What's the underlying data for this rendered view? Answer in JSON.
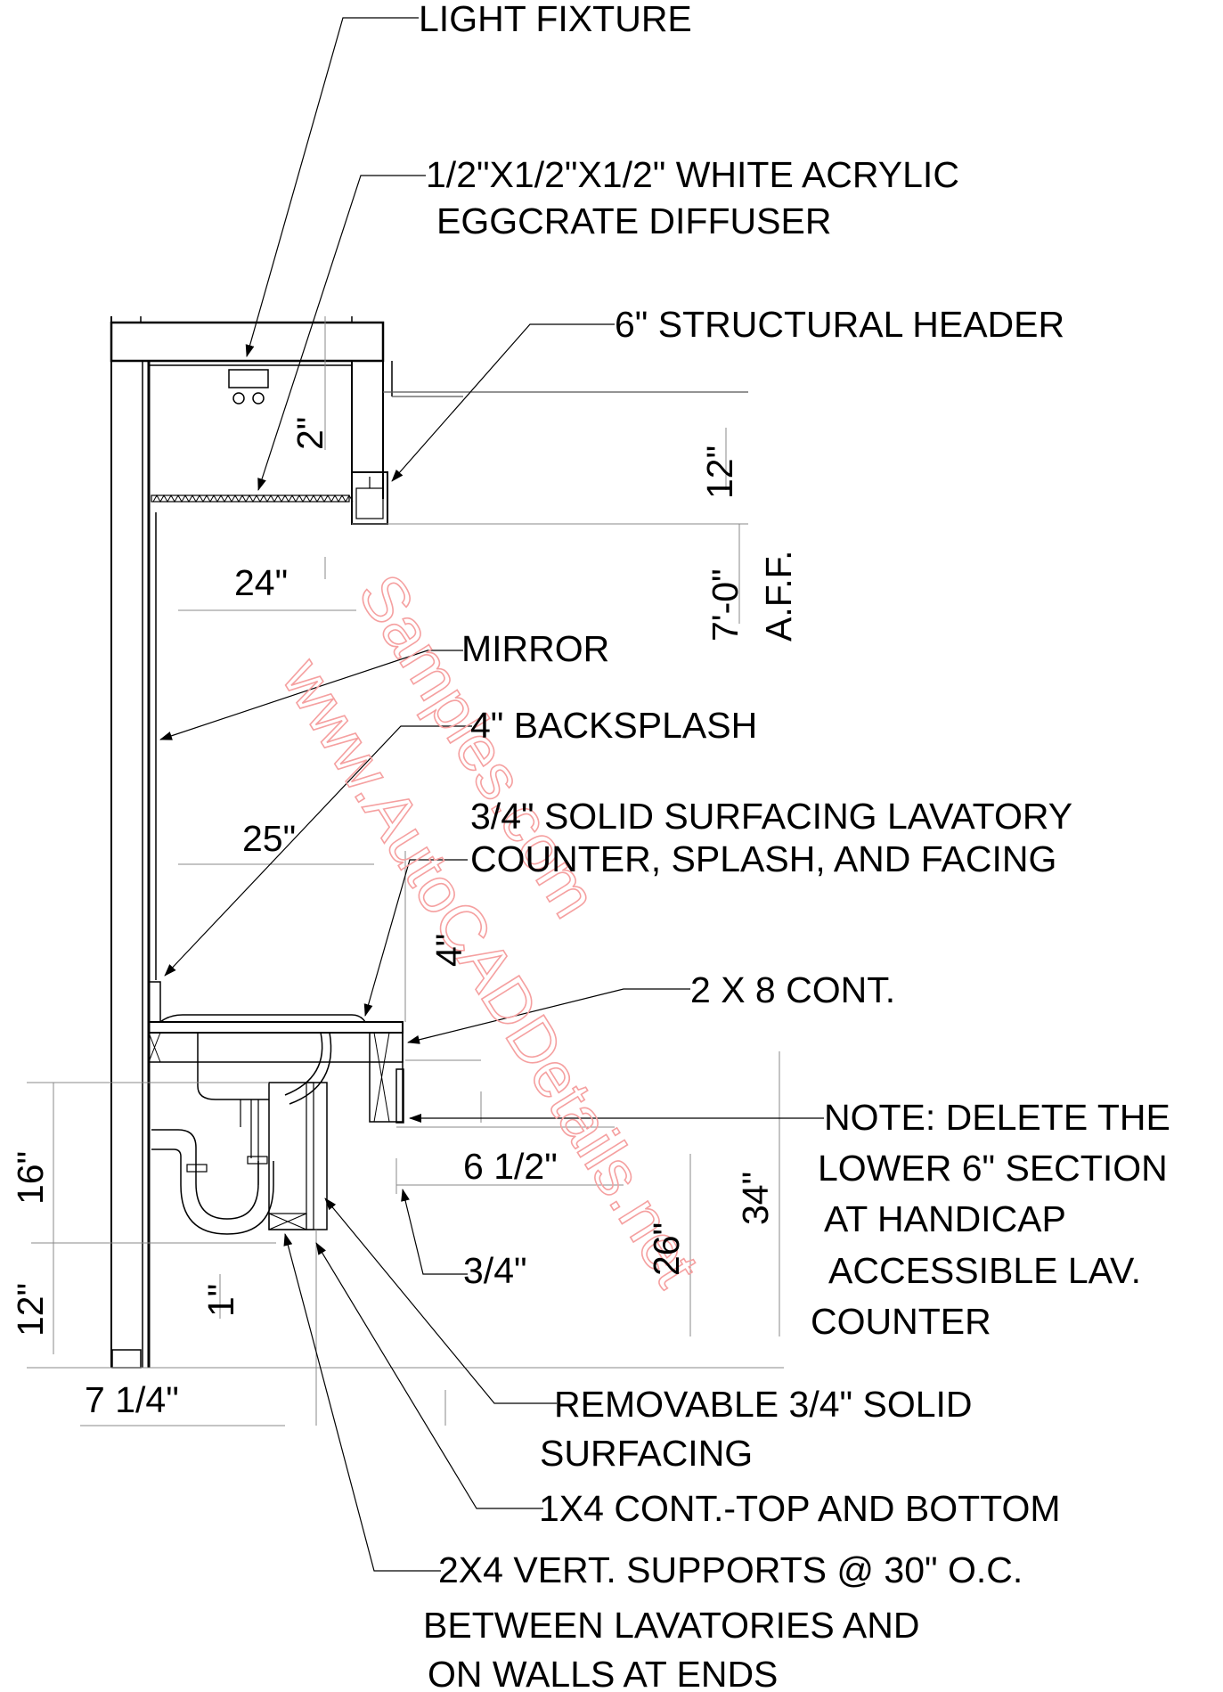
{
  "labels": {
    "light_fixture": "LIGHT FIXTURE",
    "diffuser_1": "1/2\"X1/2\"X1/2\" WHITE ACRYLIC",
    "diffuser_2": "EGGCRATE DIFFUSER",
    "header": "6\" STRUCTURAL HEADER",
    "mirror": "MIRROR",
    "backsplash": "4\" BACKSPLASH",
    "counter_1": "3/4\" SOLID SURFACING LAVATORY",
    "counter_2": "COUNTER, SPLASH, AND FACING",
    "two_by_eight": "2 X 8 CONT.",
    "note_1": "NOTE: DELETE THE",
    "note_2": "LOWER 6\" SECTION",
    "note_3": "AT HANDICAP",
    "note_4": "ACCESSIBLE LAV.",
    "note_5": "COUNTER",
    "removable_1": "REMOVABLE 3/4\" SOLID",
    "removable_2": "SURFACING",
    "one_by_four": "1X4 CONT.-TOP AND BOTTOM",
    "supports_1": "2X4 VERT. SUPPORTS @ 30\" O.C.",
    "supports_2": "BETWEEN LAVATORIES AND",
    "supports_3": "ON WALLS AT ENDS"
  },
  "dimensions": {
    "d_2in": "2\"",
    "d_12in_upper": "12\"",
    "d_7ft": "7'-0\"",
    "d_aff": "A.F.F.",
    "d_24in": "24\"",
    "d_25in": "25\"",
    "d_4in": "4\"",
    "d_6half": "6 1/2\"",
    "d_34in": "34\"",
    "d_26in": "26\"",
    "d_3quarter": "3/4\"",
    "d_16in": "16\"",
    "d_12in_lower": "12\"",
    "d_1in": "1\"",
    "d_7quarter": "7 1/4\""
  },
  "watermark": {
    "line_1": "Samples.com",
    "line_2": "www.AutoCADDetails.net"
  },
  "colors": {
    "linework": "#000000",
    "watermark": "#f5a0a0"
  }
}
